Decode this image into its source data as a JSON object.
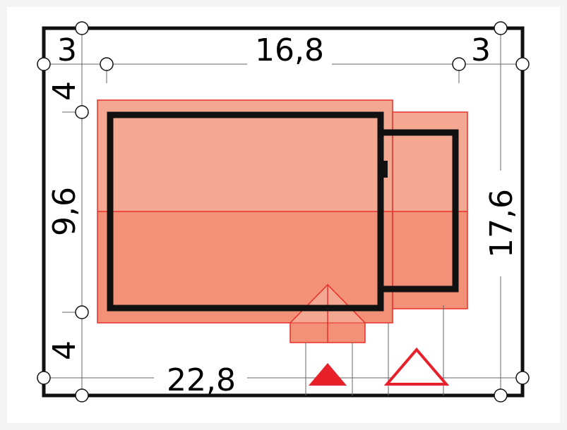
{
  "dimensions": {
    "top_left": "3",
    "top_middle": "16,8",
    "top_right": "3",
    "left_top": "4",
    "left_middle": "9,6",
    "left_bottom": "4",
    "right_total": "17,6",
    "bottom_total": "22,8"
  },
  "colors": {
    "roof_light": "#f4a892",
    "roof_dark": "#f29178",
    "roof_edge": "#e8302a",
    "wall": "#111111",
    "entry_marker": "#e8202a"
  }
}
